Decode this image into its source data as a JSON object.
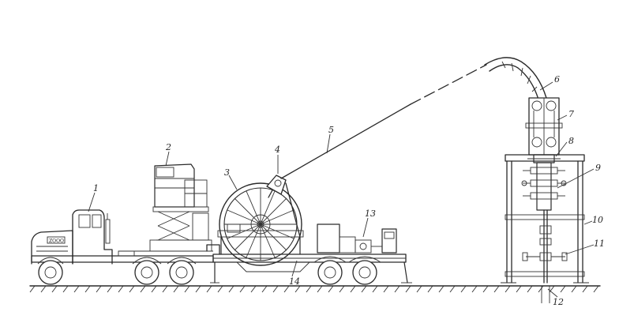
{
  "labels": {
    "l1": "1",
    "l2": "2",
    "l3": "3",
    "l4": "4",
    "l5": "5",
    "l6": "6",
    "l7": "7",
    "l8": "8",
    "l9": "9",
    "l10": "10",
    "l11": "11",
    "l12": "12",
    "l13": "13",
    "l14": "14"
  },
  "truck_badge": "ZOOO"
}
